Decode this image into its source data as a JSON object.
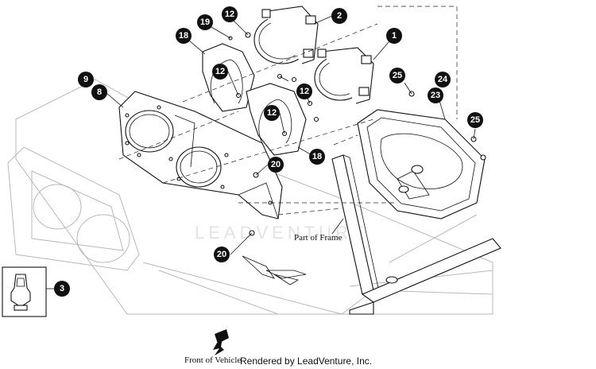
{
  "watermark": "LEADVENTURE",
  "frame_label": "Part of Frame",
  "front_label": "Front of Vehicle",
  "rendered_by": "Rendered by LeadVenture, Inc.",
  "callouts": {
    "c1": "1",
    "c2": "2",
    "c3": "3",
    "c8": "8",
    "c9": "9",
    "c12a": "12",
    "c12b": "12",
    "c12c": "12",
    "c12d": "12",
    "c18a": "18",
    "c18b": "18",
    "c19": "19",
    "c20a": "20",
    "c20b": "20",
    "c23": "23",
    "c24": "24",
    "c25a": "25",
    "c25b": "25"
  }
}
